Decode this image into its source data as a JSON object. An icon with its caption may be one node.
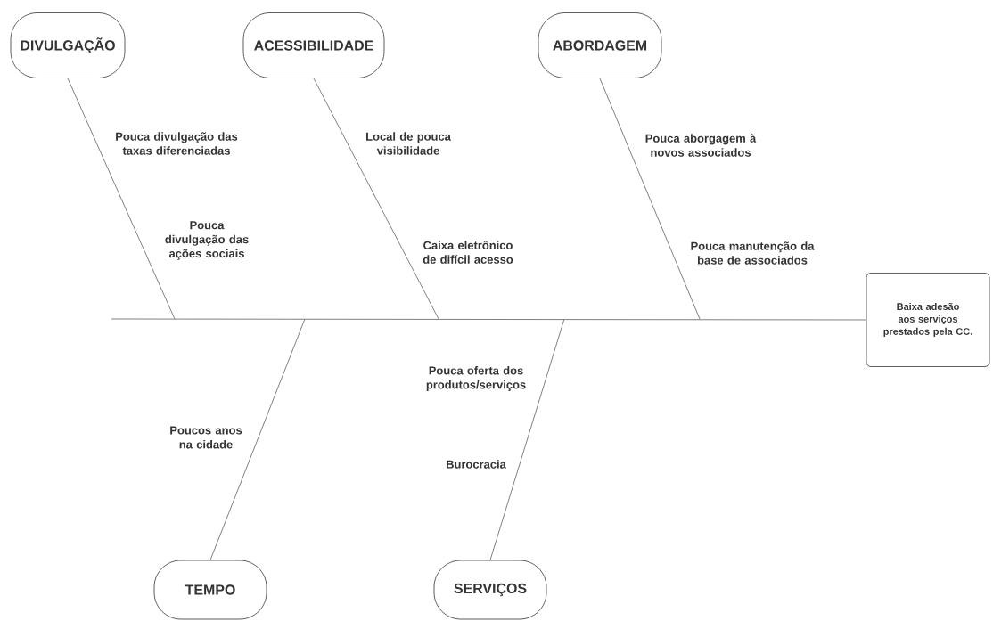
{
  "diagram": {
    "nodes": [
      {
        "text": [
          "DIVULGAÇÃO"
        ]
      },
      {
        "text": [
          "ACESSIBILIDADE"
        ]
      },
      {
        "text": [
          "ABORDAGEM"
        ]
      },
      {
        "text": [
          "Baixa adesão aos serviços prestados pela CC."
        ]
      },
      {
        "text": [
          "TEMPO"
        ]
      },
      {
        "text": [
          "SERVIÇOS"
        ]
      }
    ],
    "edges": [
      {
        "from": null,
        "to": 3,
        "arrow": "none"
      },
      {
        "from": 0,
        "to": null,
        "arrow": "none"
      },
      {
        "from": 1,
        "to": null,
        "arrow": "none"
      },
      {
        "from": 2,
        "to": null,
        "arrow": "none"
      },
      {
        "from": 4,
        "to": null,
        "arrow": "none"
      },
      {
        "from": 5,
        "to": null,
        "arrow": "none"
      }
    ],
    "labels": [
      "Pouca divulgação das taxas diferenciadas",
      "Local de pouca visibilidade",
      "Pouca aborgagem à novos associados",
      "Pouca divulgação das ações sociais",
      "Caixa eletrônico de difícil acesso",
      "Pouca manutenção da base de associados",
      "Pouca oferta dos produtos/serviços",
      "Poucos anos na cidade",
      "Burocracia"
    ]
  }
}
